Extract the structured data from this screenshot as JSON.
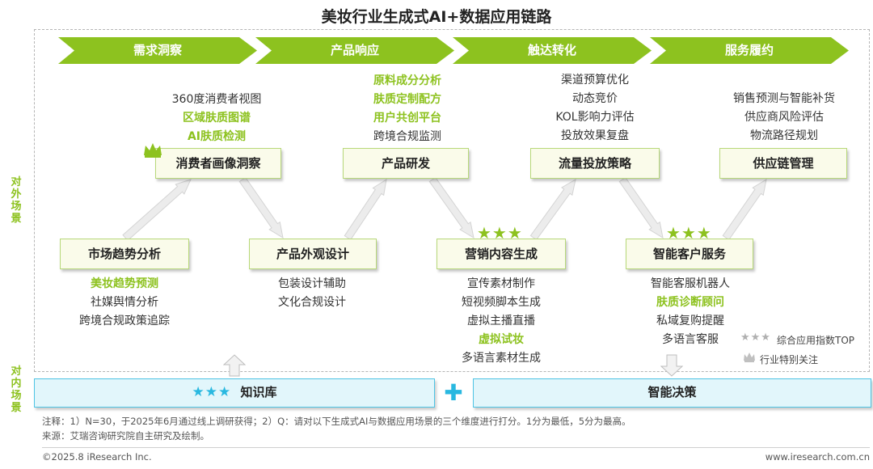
{
  "title": "美妆行业生成式AI+数据应用链路",
  "side_labels": {
    "external": "对外场景",
    "internal": "对内场景"
  },
  "stages": [
    {
      "label": "需求洞察"
    },
    {
      "label": "产品响应"
    },
    {
      "label": "触达转化"
    },
    {
      "label": "服务履约"
    }
  ],
  "upper_boxes": [
    {
      "label": "消费者画像洞察",
      "items": [
        {
          "text": "360度消费者视图",
          "hl": false
        },
        {
          "text": "区域肤质图谱",
          "hl": true
        },
        {
          "text": "AI肤质检测",
          "hl": true
        }
      ]
    },
    {
      "label": "产品研发",
      "items": [
        {
          "text": "原料成分分析",
          "hl": true
        },
        {
          "text": "肤质定制配方",
          "hl": true
        },
        {
          "text": "用户共创平台",
          "hl": true
        },
        {
          "text": "跨境合规监测",
          "hl": false
        }
      ]
    },
    {
      "label": "流量投放策略",
      "items": [
        {
          "text": "渠道预算优化",
          "hl": false
        },
        {
          "text": "动态竞价",
          "hl": false
        },
        {
          "text": "KOL影响力评估",
          "hl": false
        },
        {
          "text": "投放效果复盘",
          "hl": false
        }
      ]
    },
    {
      "label": "供应链管理",
      "items": [
        {
          "text": "销售预测与智能补货",
          "hl": false
        },
        {
          "text": "供应商风险评估",
          "hl": false
        },
        {
          "text": "物流路径规划",
          "hl": false
        }
      ]
    }
  ],
  "lower_boxes": [
    {
      "label": "市场趋势分析",
      "items": [
        {
          "text": "美妆趋势预测",
          "hl": true
        },
        {
          "text": "社媒舆情分析",
          "hl": false
        },
        {
          "text": "跨境合规政策追踪",
          "hl": false
        }
      ]
    },
    {
      "label": "产品外观设计",
      "items": [
        {
          "text": "包装设计辅助",
          "hl": false
        },
        {
          "text": "文化合规设计",
          "hl": false
        }
      ]
    },
    {
      "label": "营销内容生成",
      "items": [
        {
          "text": "宣传素材制作",
          "hl": false
        },
        {
          "text": "短视频脚本生成",
          "hl": false
        },
        {
          "text": "虚拟主播直播",
          "hl": false
        },
        {
          "text": "虚拟试妆",
          "hl": true
        },
        {
          "text": "多语言素材生成",
          "hl": false
        }
      ]
    },
    {
      "label": "智能客户服务",
      "items": [
        {
          "text": "智能客服机器人",
          "hl": false
        },
        {
          "text": "肤质诊断顾问",
          "hl": true
        },
        {
          "text": "私域复购提醒",
          "hl": false
        },
        {
          "text": "多语言客服",
          "hl": false
        }
      ]
    }
  ],
  "marks": {
    "stars": "★★★",
    "plus": "✚"
  },
  "bottom": {
    "knowledge_label": "知识库",
    "decision_label": "智能决策"
  },
  "legend": {
    "stars_text": "综合应用指数TOP",
    "crown_text": "行业特别关注"
  },
  "notes": {
    "line1": "注释：1）N=30，于2025年6月通过线上调研获得；2）Q：请对以下生成式AI与数据应用场景的三个维度进行打分。1分为最低，5分为最高。",
    "line2": "来源：艾瑞咨询研究院自主研究及绘制。"
  },
  "footer": {
    "copyright": "©2025.8 iResearch Inc.",
    "url": "www.iresearch.com.cn"
  },
  "colors": {
    "accent_green": "#8dc21f",
    "box_border": "#b7d879",
    "star_blue": "#29b8e0",
    "bar_border": "#4ec4e4"
  }
}
